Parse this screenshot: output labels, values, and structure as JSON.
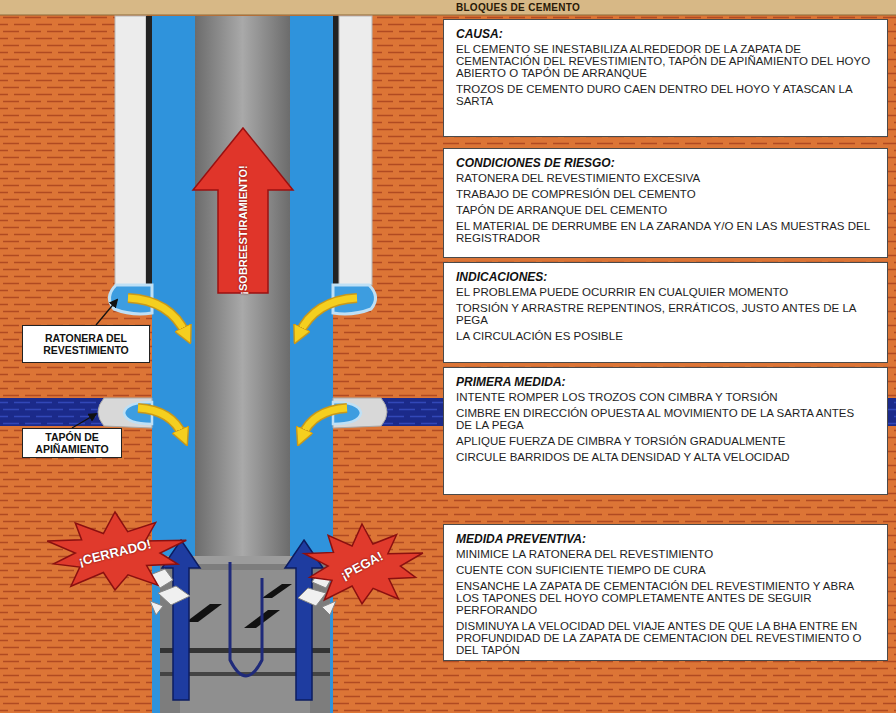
{
  "diagram": {
    "title": "BLOQUES DE CEMENTO",
    "nodes": [
      {
        "text": [
          "CAUSA:",
          "EL CEMENTO SE INESTABILIZA ALREDEDOR DE LA ZAPATA DE CEMENTACIÓN DEL REVESTIMIENTO, TAPÓN DE APIÑAMIENTO DEL HOYO ABIERTO O TAPÓN DE ARRANQUE",
          "TROZOS DE CEMENTO DURO CAEN DENTRO DEL HOYO Y ATASCAN LA SARTA"
        ]
      },
      {
        "text": [
          "¡SOBREESTIRAMIENTO!"
        ]
      },
      {
        "text": [
          "CONDICIONES DE RIESGO:",
          "RATONERA DEL REVESTIMIENTO EXCESIVA",
          "TRABAJO DE COMPRESIÓN DEL CEMENTO",
          "TAPÓN DE ARRANQUE DEL CEMENTO",
          "EL MATERIAL DE DERRUMBE EN LA ZARANDA Y/O EN LAS MUESTRAS DEL REGISTRADOR"
        ]
      },
      {
        "text": [
          "INDICACIONES:",
          "EL PROBLEMA PUEDE OCURRIR EN CUALQUIER MOMENTO",
          "TORSIÓN Y ARRASTRE REPENTINOS, ERRÁTICOS, JUSTO ANTES DE LA PEGA",
          "LA CIRCULACIÓN ES POSIBLE"
        ]
      },
      {
        "text": [
          "RATONERA DEL REVESTIMIENTO"
        ]
      },
      {
        "text": [
          "PRIMERA MEDIDA:",
          "INTENTE ROMPER LOS TROZOS CON CIMBRA Y TORSIÓN",
          "CIMBRE EN DIRECCIÓN OPUESTA AL MOVIMIENTO DE LA SARTA ANTES DE LA PEGA",
          "APLIQUE FUERZA DE CIMBRA Y TORSIÓN GRADUALMENTE",
          "CIRCULE BARRIDOS DE ALTA DENSIDAD Y ALTA VELOCIDAD"
        ]
      },
      {
        "text": [
          "TAPÓN DE APIÑAMIENTO"
        ]
      },
      {
        "text": [
          "MEDIDA PREVENTIVA:",
          "MINIMICE LA RATONERA DEL REVESTIMIENTO",
          "CUENTE CON SUFICIENTE TIEMPO DE CURA",
          "ENSANCHE LA ZAPATA DE CEMENTACIÓN DEL REVESTIMIENTO Y ABRA LOS TAPONES DEL HOYO COMPLETAMENTE ANTES DE SEGUIR PERFORANDO",
          "DISMINUYA LA VELOCIDAD DEL VIAJE ANTES DE QUE LA BHA ENTRE EN PROFUNDIDAD DE LA ZAPATA DE CEMENTACION DEL REVESTIMIENTO O DEL TAPÓN"
        ]
      },
      {
        "text": [
          "¡CERRADO!"
        ]
      },
      {
        "text": [
          "¡PEGA!"
        ]
      }
    ]
  }
}
